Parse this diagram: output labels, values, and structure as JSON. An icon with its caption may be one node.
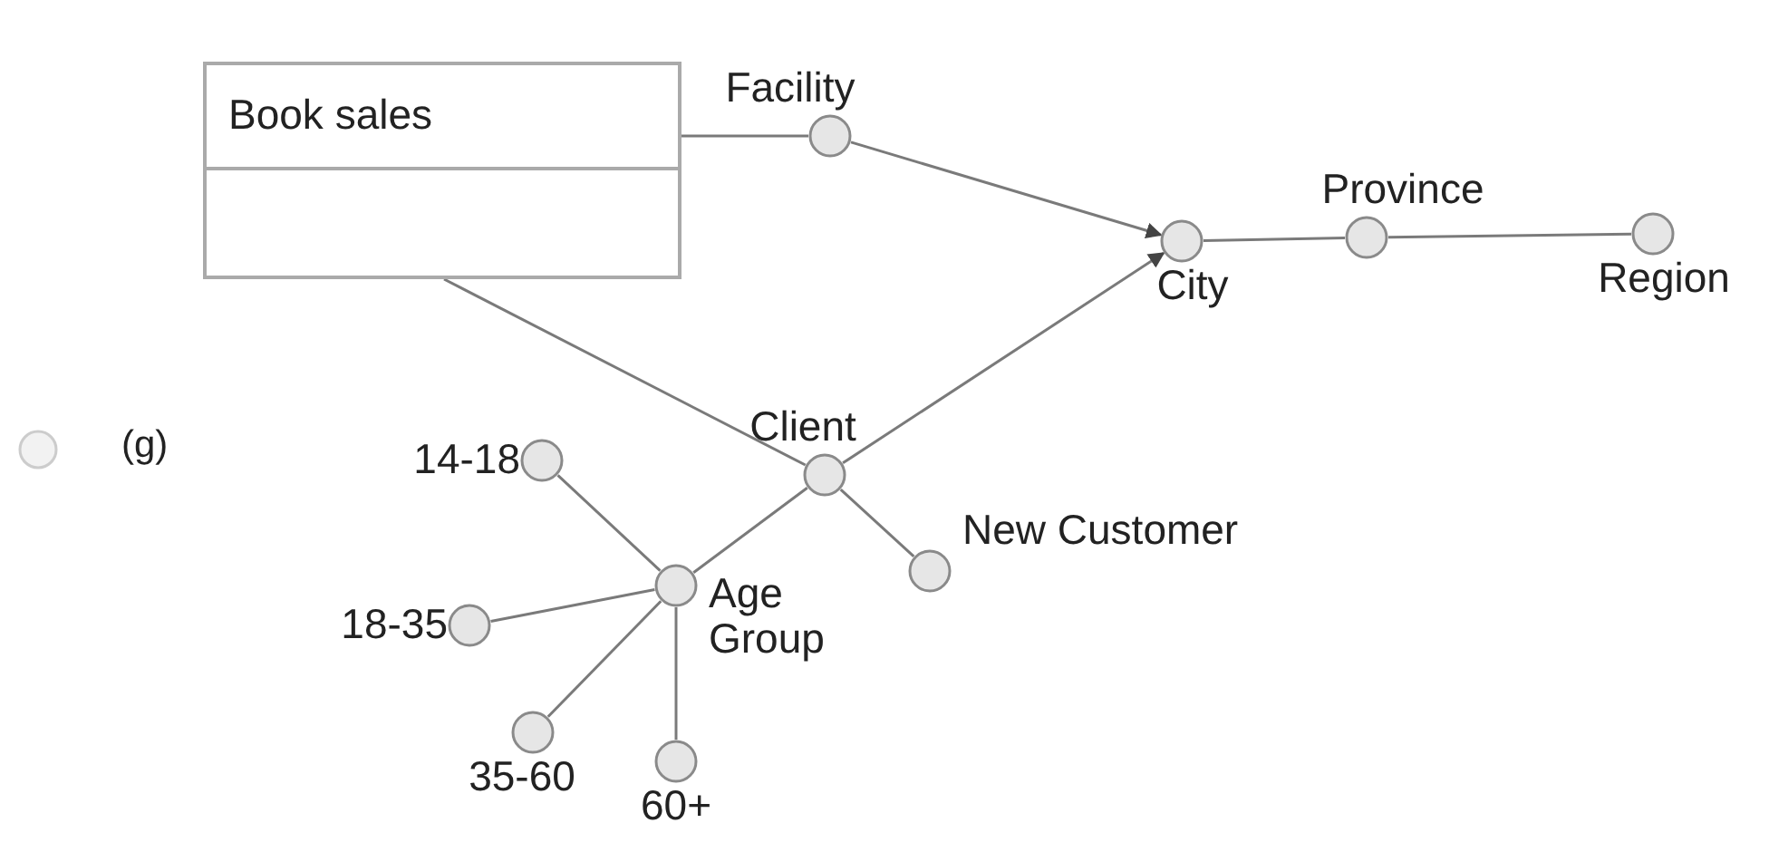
{
  "diagram": {
    "nodes": [
      {
        "text": [
          "Book sales"
        ]
      },
      {
        "text": [
          "Facility"
        ]
      },
      {
        "text": [
          "City"
        ]
      },
      {
        "text": [
          "Province"
        ]
      },
      {
        "text": [
          "Region"
        ]
      },
      {
        "text": [
          "Client"
        ]
      },
      {
        "text": [
          "New Customer"
        ]
      },
      {
        "text": [
          "Age Group"
        ]
      },
      {
        "text": [
          "14-18"
        ]
      },
      {
        "text": [
          "18-35"
        ]
      },
      {
        "text": [
          "35-60"
        ]
      },
      {
        "text": [
          "60+"
        ]
      }
    ],
    "edges": [
      {
        "from": 0,
        "to": 1,
        "arrow": "none"
      },
      {
        "from": 1,
        "to": 2,
        "arrow": "to"
      },
      {
        "from": 0,
        "to": 5,
        "arrow": "none"
      },
      {
        "from": 5,
        "to": 2,
        "arrow": "to"
      },
      {
        "from": 2,
        "to": 3,
        "arrow": "none"
      },
      {
        "from": 3,
        "to": 4,
        "arrow": "none"
      },
      {
        "from": 5,
        "to": 6,
        "arrow": "none"
      },
      {
        "from": 5,
        "to": 7,
        "arrow": "none"
      },
      {
        "from": 7,
        "to": 8,
        "arrow": "none"
      },
      {
        "from": 7,
        "to": 9,
        "arrow": "none"
      },
      {
        "from": 7,
        "to": 10,
        "arrow": "none"
      },
      {
        "from": 7,
        "to": 11,
        "arrow": "none"
      }
    ],
    "labels": [
      "(g)"
    ]
  }
}
